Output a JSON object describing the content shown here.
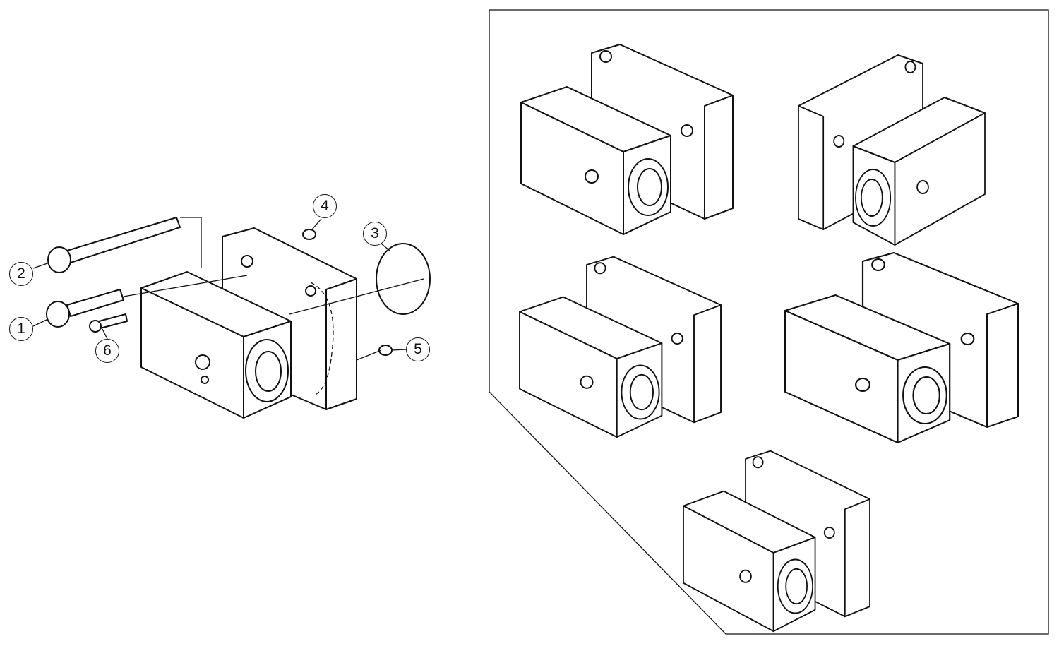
{
  "diagram": {
    "callouts": [
      {
        "id": "1",
        "label": "1"
      },
      {
        "id": "2",
        "label": "2"
      },
      {
        "id": "3",
        "label": "3"
      },
      {
        "id": "4",
        "label": "4"
      },
      {
        "id": "5",
        "label": "5"
      },
      {
        "id": "6",
        "label": "6"
      }
    ],
    "colors": {
      "line": "#111111",
      "background": "#ffffff"
    }
  }
}
